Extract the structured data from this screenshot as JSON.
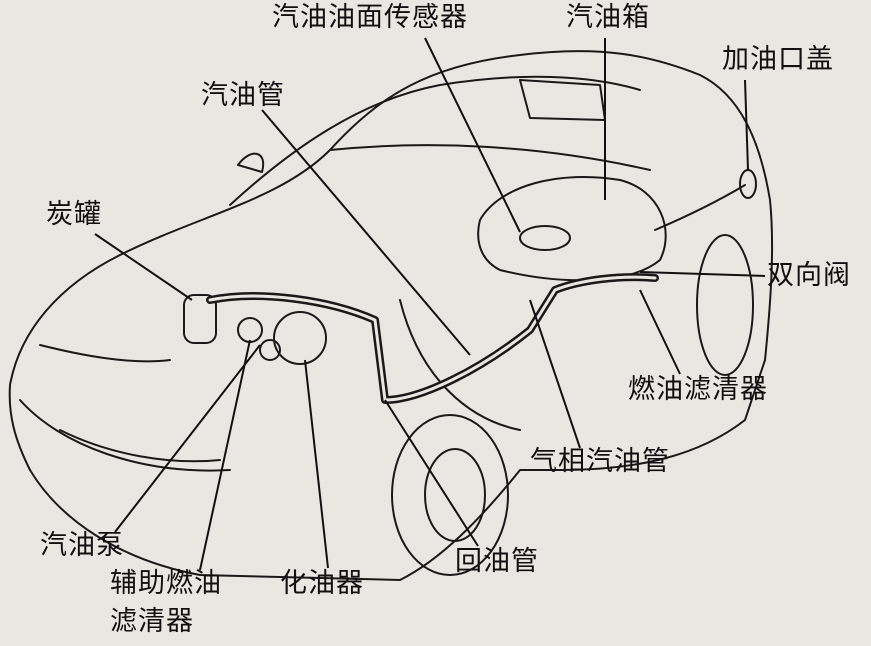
{
  "labels": {
    "fuel_level_sensor": "汽油油面传感器",
    "fuel_tank": "汽油箱",
    "filler_cap": "加油口盖",
    "fuel_pipe": "汽油管",
    "charcoal_canister": "炭罐",
    "two_way_valve": "双向阀",
    "fuel_filter": "燃油滤清器",
    "vapor_pipe": "气相汽油管",
    "return_pipe": "回油管",
    "fuel_pump": "汽油泵",
    "aux_filter_line1": "辅助燃油",
    "aux_filter_line2": "滤清器",
    "carburetor": "化油器"
  }
}
